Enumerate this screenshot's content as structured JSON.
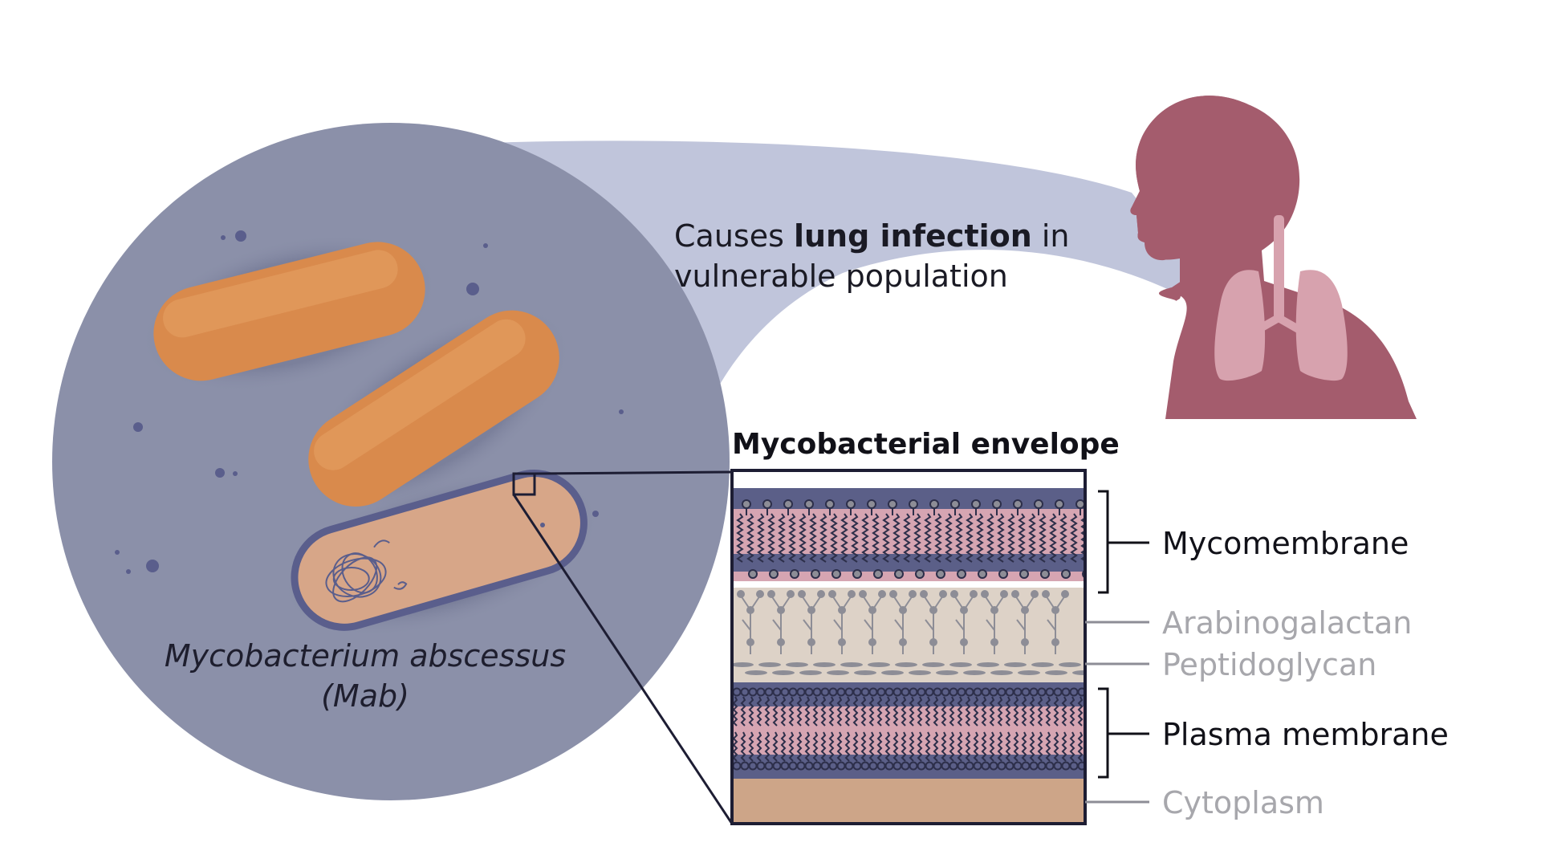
{
  "species": {
    "name_line1": "Mycobacterium abscessus",
    "name_line2": "(Mab)"
  },
  "caption": {
    "prefix": "Causes ",
    "bold": "lung infection",
    "suffix": " in",
    "line2": "vulnerable population"
  },
  "envelope": {
    "title": "Mycobacterial envelope",
    "layers": [
      {
        "id": "mycomembrane",
        "label": "Mycomembrane",
        "style": "bracket-dark"
      },
      {
        "id": "arabinogalactan",
        "label": "Arabinogalactan",
        "style": "line-light"
      },
      {
        "id": "peptidoglycan",
        "label": "Peptidoglycan",
        "style": "line-light"
      },
      {
        "id": "plasma-membrane",
        "label": "Plasma membrane",
        "style": "bracket-dark"
      },
      {
        "id": "cytoplasm",
        "label": "Cytoplasm",
        "style": "line-light"
      }
    ]
  },
  "colors": {
    "circle": "#8b90a9",
    "beam": "#c0c5db",
    "bacterium_orange": "#d98a4c",
    "bacterium_light": "#d7a688",
    "body": "#a45c6d",
    "lungs": "#d7a2ae",
    "membrane_dark": "#5b5f88",
    "membrane_pink": "#d6a5b2",
    "cell_wall": "#ddd2c7",
    "cytoplasm": "#cda588"
  }
}
